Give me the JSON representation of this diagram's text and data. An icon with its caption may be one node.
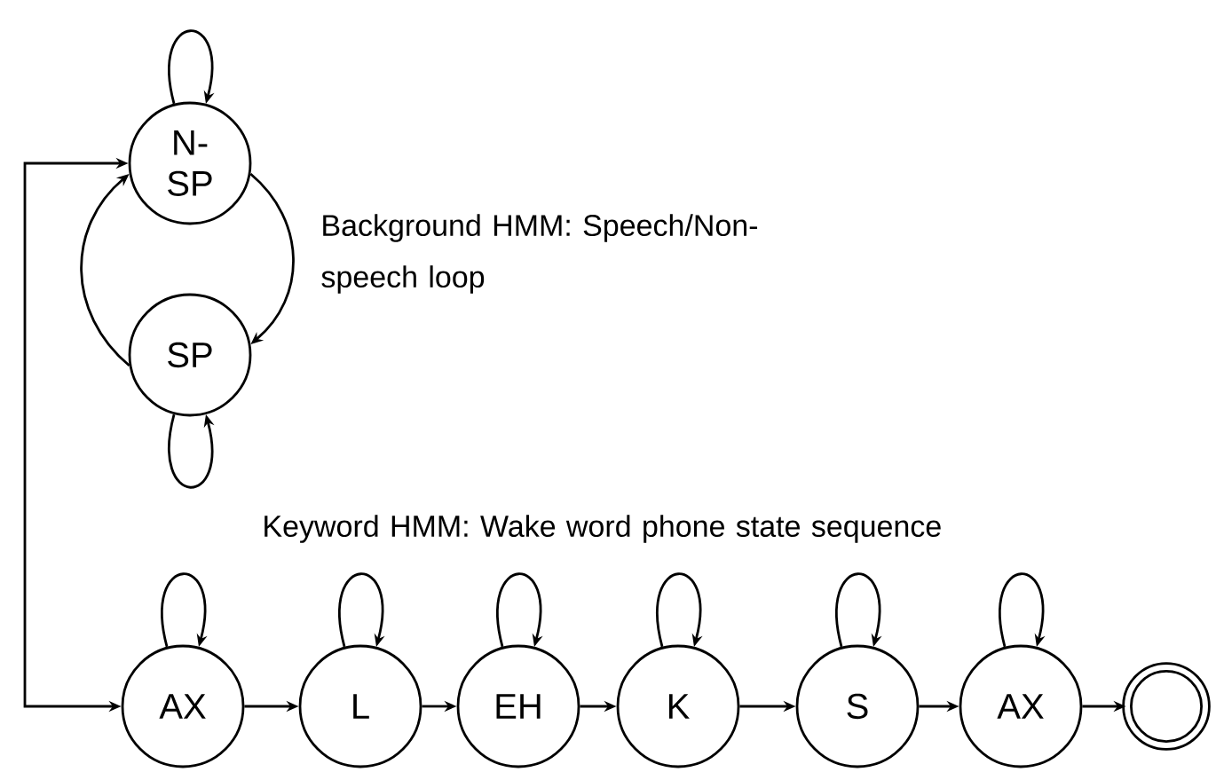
{
  "diagram": {
    "nodes": [
      {
        "text": [
          "N-SP"
        ]
      },
      {
        "text": [
          "SP"
        ]
      },
      {
        "text": [
          "AX"
        ]
      },
      {
        "text": [
          "L"
        ]
      },
      {
        "text": [
          "EH"
        ]
      },
      {
        "text": [
          "K"
        ]
      },
      {
        "text": [
          "S"
        ]
      },
      {
        "text": [
          "AX"
        ]
      },
      {
        "text": [],
        "shape": "circle"
      }
    ],
    "edges": [
      {
        "from": 0,
        "to": 0,
        "arrow": "to"
      },
      {
        "from": 0,
        "to": 1,
        "arrow": "to"
      },
      {
        "from": 1,
        "to": 0,
        "arrow": "to"
      },
      {
        "from": 1,
        "to": 1,
        "arrow": "to"
      },
      {
        "from": 2,
        "to": 0,
        "arrow": "both"
      },
      {
        "from": 2,
        "to": 2,
        "arrow": "to"
      },
      {
        "from": 2,
        "to": 3,
        "arrow": "to"
      },
      {
        "from": 3,
        "to": 3,
        "arrow": "to"
      },
      {
        "from": 3,
        "to": 4,
        "arrow": "to"
      },
      {
        "from": 4,
        "to": 4,
        "arrow": "to"
      },
      {
        "from": 4,
        "to": 5,
        "arrow": "to"
      },
      {
        "from": 5,
        "to": 5,
        "arrow": "to"
      },
      {
        "from": 5,
        "to": 6,
        "arrow": "to"
      },
      {
        "from": 6,
        "to": 6,
        "arrow": "to"
      },
      {
        "from": 6,
        "to": 7,
        "arrow": "to"
      },
      {
        "from": 7,
        "to": 7,
        "arrow": "to"
      },
      {
        "from": 7,
        "to": 8,
        "arrow": "to"
      }
    ],
    "labels": [
      "Background HMM: Speech/Non-speech loop",
      "Keyword HMM: Wake word phone state sequence"
    ]
  }
}
